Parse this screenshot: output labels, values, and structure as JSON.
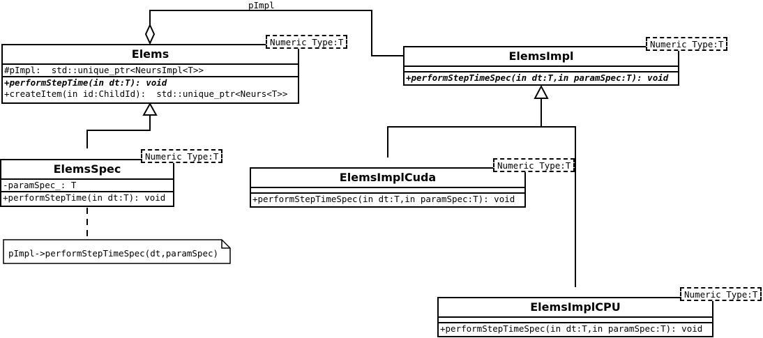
{
  "association": {
    "label": "pImpl"
  },
  "classes": {
    "elems": {
      "name": "Elems",
      "template": "Numeric Type:T",
      "attributes": [
        "#pImpl:  std::unique_ptr<NeursImpl<T>>"
      ],
      "operations": [
        "+performStepTime(in dt:T): void",
        "+createItem(in id:ChildId):  std::unique_ptr<Neurs<T>>"
      ]
    },
    "elems_impl": {
      "name": "ElemsImpl",
      "template": "Numeric Type:T",
      "attributes": [],
      "operations": [
        "+performStepTimeSpec(in dt:T,in paramSpec:T): void"
      ]
    },
    "elems_spec": {
      "name": "ElemsSpec",
      "template": "Numeric Type:T",
      "attributes": [
        "-paramSpec_: T"
      ],
      "operations": [
        "+performStepTime(in dt:T): void"
      ]
    },
    "elems_impl_cuda": {
      "name": "ElemsImplCuda",
      "template": "Numeric Type:T",
      "attributes": [],
      "operations": [
        "+performStepTimeSpec(in dt:T,in paramSpec:T): void"
      ]
    },
    "elems_impl_cpu": {
      "name": "ElemsImplCPU",
      "template": "Numeric Type:T",
      "attributes": [],
      "operations": [
        "+performStepTimeSpec(in dt:T,in paramSpec:T): void"
      ]
    }
  },
  "note": {
    "text": "pImpl->performStepTimeSpec(dt,paramSpec)"
  }
}
